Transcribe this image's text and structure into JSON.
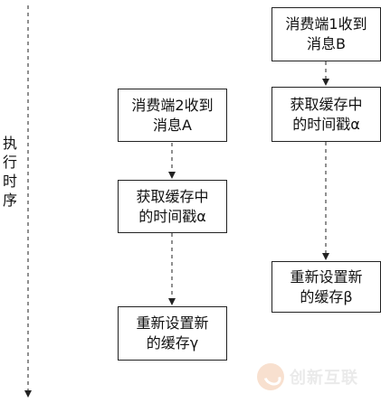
{
  "axis": {
    "label": [
      "执",
      "行",
      "时",
      "序"
    ]
  },
  "left_column": {
    "step1": [
      "消费端2收到",
      "消息A"
    ],
    "step2": [
      "获取缓存中",
      "的时间戳α"
    ],
    "step3": [
      "重新设置新",
      "的缓存γ"
    ]
  },
  "right_column": {
    "step1": [
      "消费端1收到",
      "消息B"
    ],
    "step2": [
      "获取缓存中",
      "的时间戳α"
    ],
    "step3": [
      "重新设置新",
      "的缓存β"
    ]
  },
  "watermark": {
    "text": "创新互联"
  },
  "colors": {
    "line": "#222222",
    "background": "#ffffff",
    "watermark": "#d9d9d9"
  }
}
